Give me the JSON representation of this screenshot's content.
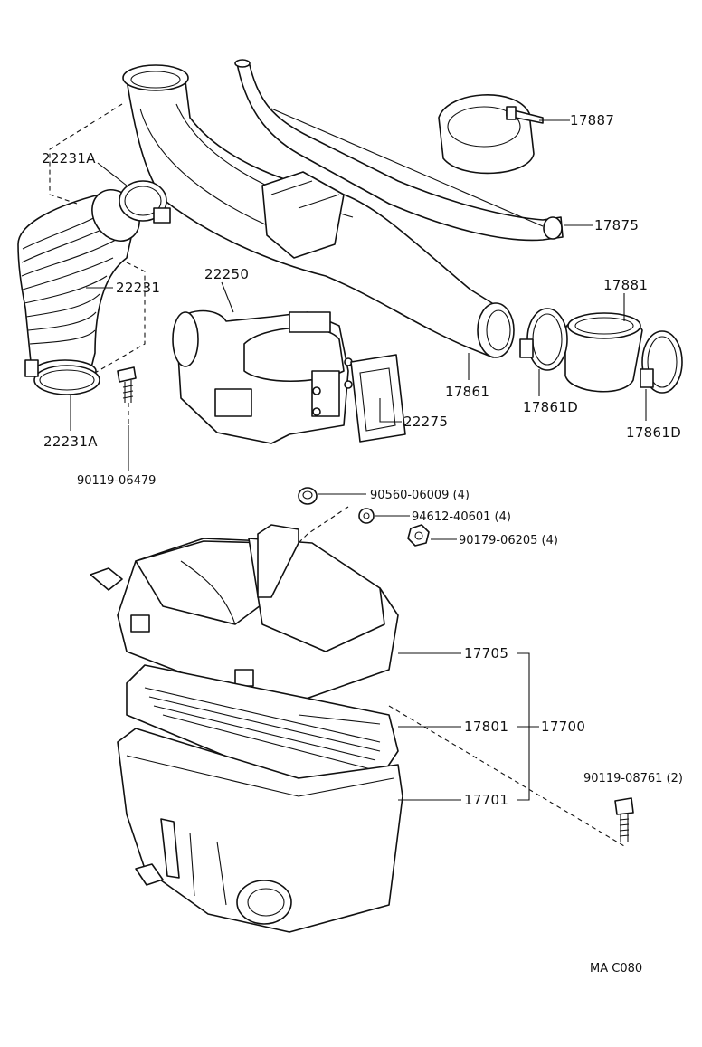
{
  "callouts": {
    "p17887": "17887",
    "p17875": "17875",
    "p22231A_top": "22231A",
    "p22231": "22231",
    "p22250": "22250",
    "p17881": "17881",
    "p17861": "17861",
    "p17861D_mid": "17861D",
    "p17861D_right": "17861D",
    "p22275": "22275",
    "p22231A_bottom": "22231A",
    "p90119_06479": "90119-06479",
    "p90560": "90560-06009 (4)",
    "p94612": "94612-40601 (4)",
    "p90179": "90179-06205 (4)",
    "p17705": "17705",
    "p17801": "17801",
    "p17700": "17700",
    "p17701": "17701",
    "p90119_08761": "90119-08761 (2)"
  },
  "drawing_code": "MA  C080"
}
